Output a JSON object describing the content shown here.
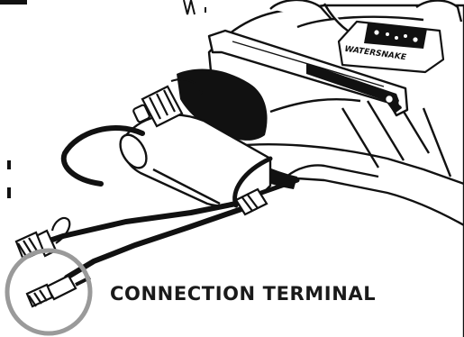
{
  "illustration": {
    "subject": "trolling-motor-head-with-cables",
    "brand_text": "WATERSNAKE",
    "highlight_color": "#9a9a9a",
    "line_color": "#111111"
  },
  "callout": {
    "text": "CONNECTION TERMINAL"
  }
}
